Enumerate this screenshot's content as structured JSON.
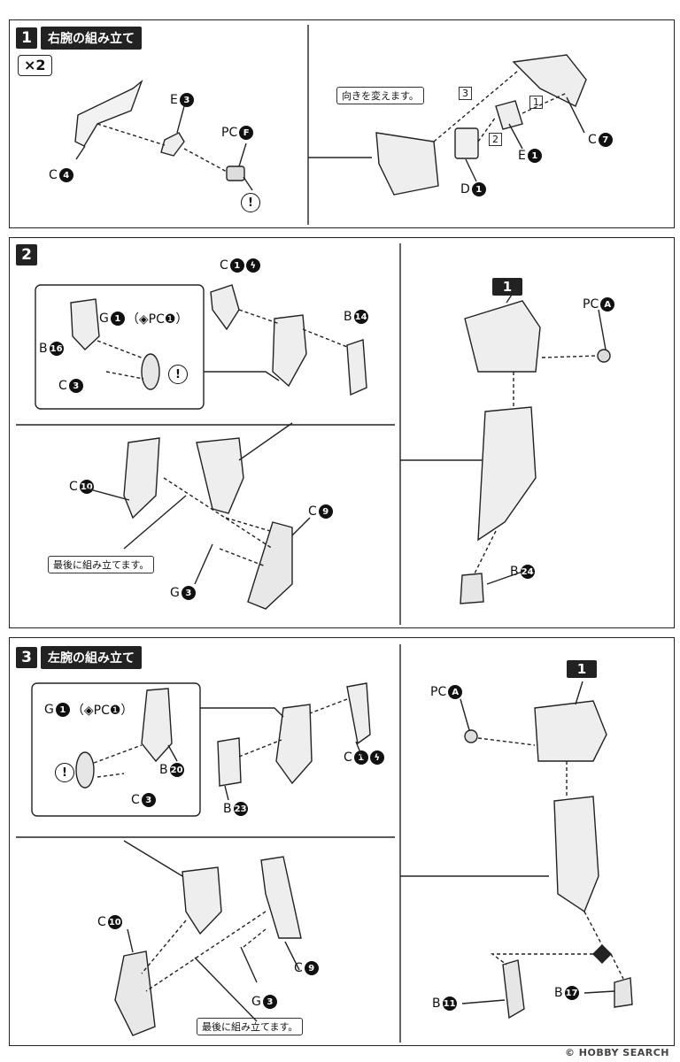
{
  "step1": {
    "num": "1",
    "title": "右腕の組み立て",
    "times": "×2",
    "note": "向きを変えます。",
    "labels": {
      "c4": {
        "pre": "C",
        "n": "4"
      },
      "e3": {
        "pre": "E",
        "n": "3"
      },
      "pcf": {
        "pre": "PC",
        "n": "F"
      },
      "c7": {
        "pre": "C",
        "n": "7"
      },
      "e1": {
        "pre": "E",
        "n": "1"
      },
      "d1": {
        "pre": "D",
        "n": "1"
      }
    },
    "order": [
      "1",
      "2",
      "3"
    ]
  },
  "step2": {
    "num": "2",
    "note": "最後に組み立てます。",
    "ref_step": "1",
    "labels": {
      "c1": {
        "pre": "C",
        "n": "1"
      },
      "b14": {
        "pre": "B",
        "n": "14"
      },
      "g1": {
        "pre": "G",
        "n": "1",
        "extra": "（◈PC❶）"
      },
      "b16": {
        "pre": "B",
        "n": "16"
      },
      "c3": {
        "pre": "C",
        "n": "3"
      },
      "c10": {
        "pre": "C",
        "n": "10"
      },
      "c9": {
        "pre": "C",
        "n": "9"
      },
      "g3": {
        "pre": "G",
        "n": "3"
      },
      "pca": {
        "pre": "PC",
        "n": "A"
      },
      "b24": {
        "pre": "B",
        "n": "24"
      }
    }
  },
  "step3": {
    "num": "3",
    "title": "左腕の組み立て",
    "note": "最後に組み立てます。",
    "ref_step": "1",
    "labels": {
      "g1": {
        "pre": "G",
        "n": "1",
        "extra": "（◈PC❶）"
      },
      "b20": {
        "pre": "B",
        "n": "20"
      },
      "c3": {
        "pre": "C",
        "n": "3"
      },
      "b23": {
        "pre": "B",
        "n": "23"
      },
      "c1": {
        "pre": "C",
        "n": "1"
      },
      "c10": {
        "pre": "C",
        "n": "10"
      },
      "c9": {
        "pre": "C",
        "n": "9"
      },
      "g3": {
        "pre": "G",
        "n": "3"
      },
      "pca": {
        "pre": "PC",
        "n": "A"
      },
      "b11": {
        "pre": "B",
        "n": "11"
      },
      "b17": {
        "pre": "B",
        "n": "17"
      }
    }
  },
  "watermark": "© HOBBY SEARCH"
}
